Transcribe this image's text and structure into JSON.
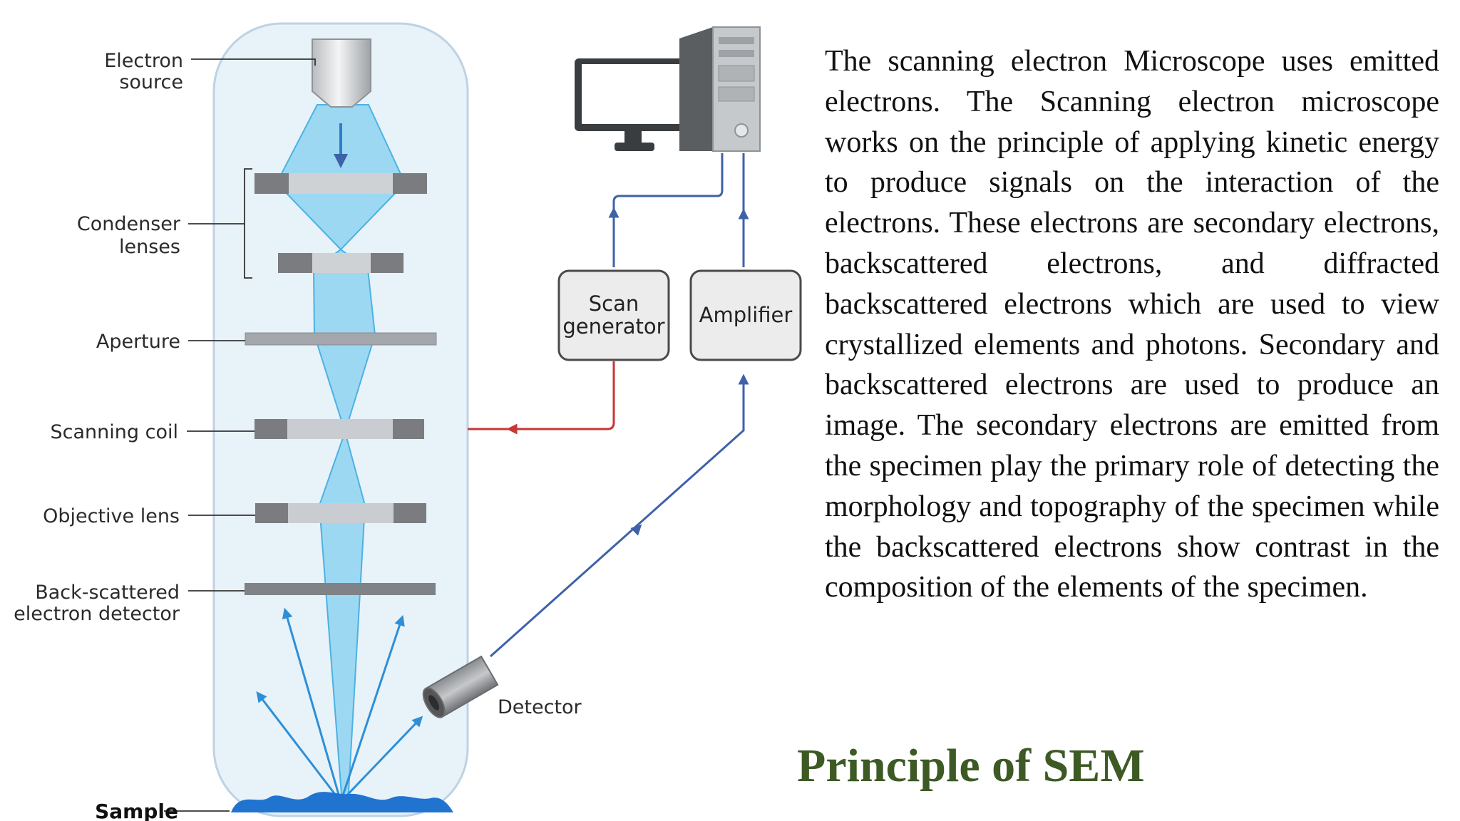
{
  "labels": {
    "electron_source": [
      "Electron",
      "source"
    ],
    "condenser_lenses": [
      "Condenser",
      "lenses"
    ],
    "aperture": "Aperture",
    "scanning_coil": "Scanning coil",
    "objective_lens": "Objective lens",
    "backscattered_detector": [
      "Back-scattered",
      "electron detector"
    ],
    "sample": "Sample",
    "detector": "Detector"
  },
  "boxes": {
    "scan_generator": [
      "Scan",
      "generator"
    ],
    "amplifier": "Amplifier"
  },
  "description": "The scanning electron Microscope uses emitted electrons. The Scanning electron microscope works on the principle of applying kinetic energy to produce signals on the interaction of the electrons. These electrons are secondary electrons, backscattered electrons, and diffracted backscattered electrons which are used to view crystallized elements and photons. Secondary and backscattered electrons are used to produce an image. The secondary electrons are emitted from the specimen play the primary role of detecting the morphology and topography of the specimen while the backscattered electrons show contrast in the composition of the elements of the specimen.",
  "heading": "Principle of SEM",
  "colors": {
    "heading": "#3d5a24",
    "beam": "#5ec2ec",
    "signal_line": "#3d62a8",
    "scan_line": "#c93636",
    "chamber": "#e8f2f9"
  }
}
